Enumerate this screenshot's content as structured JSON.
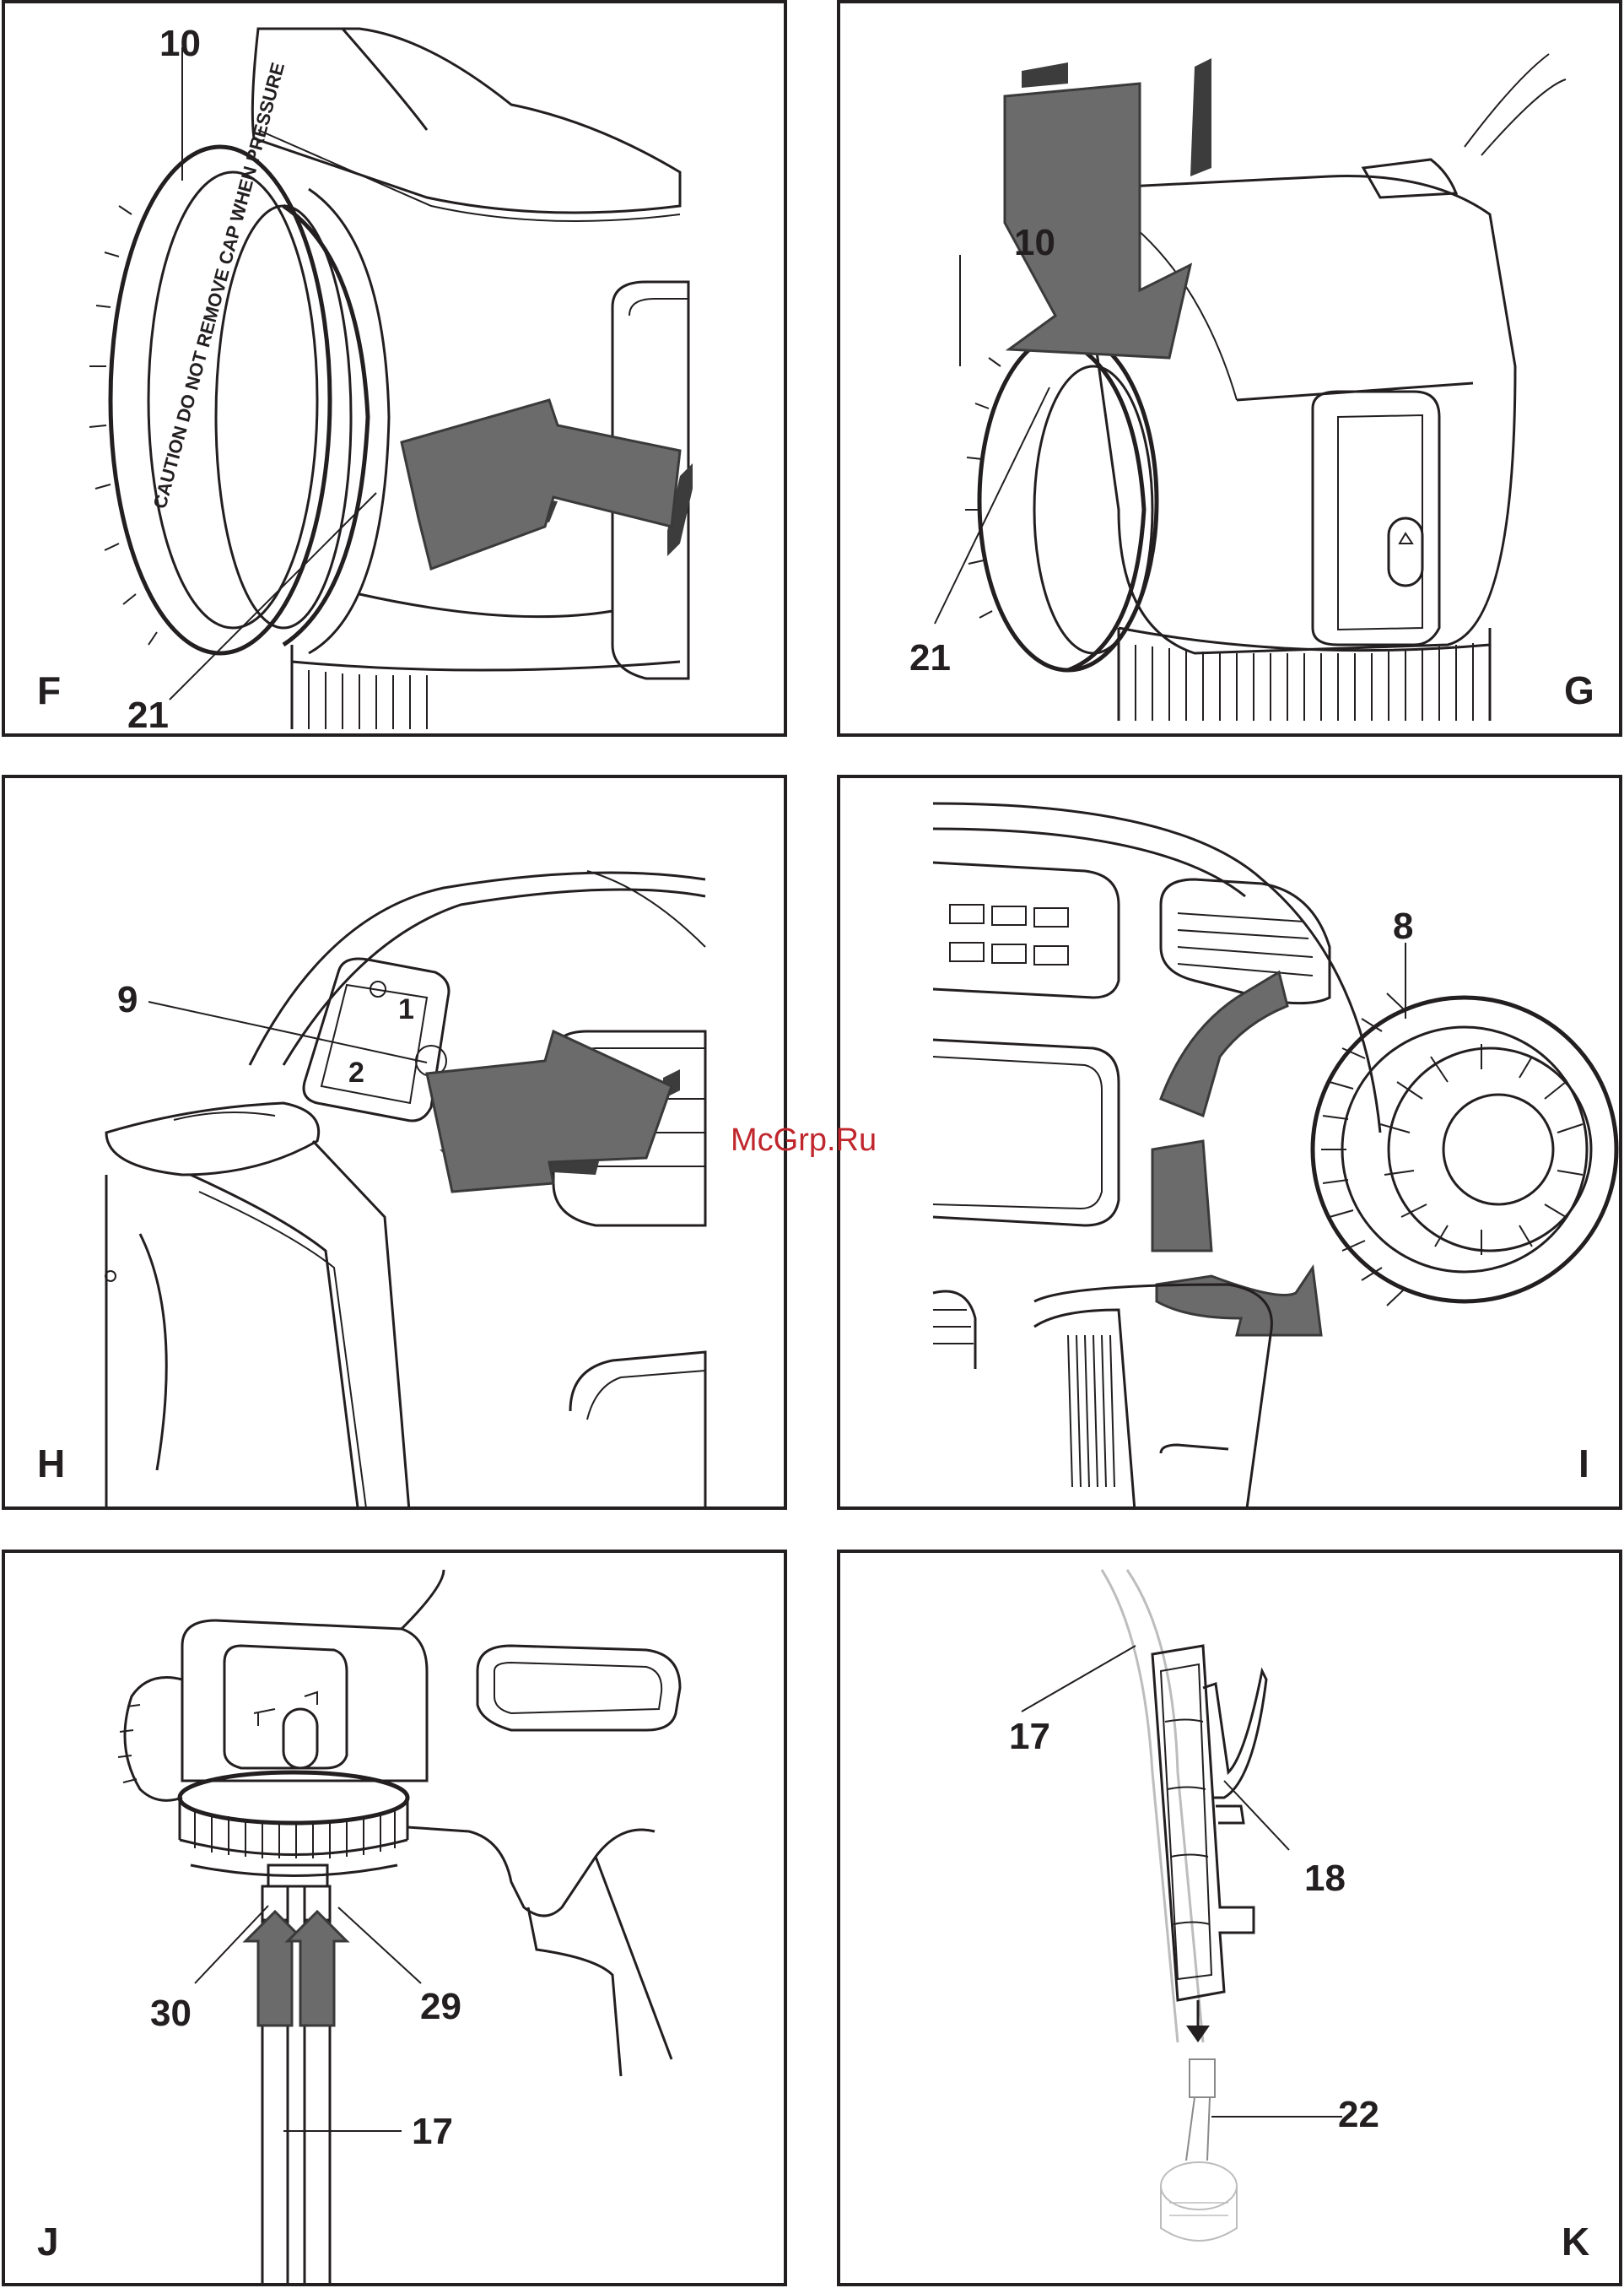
{
  "watermark": "McGrp.Ru",
  "panels": {
    "F": {
      "letter": "F",
      "labels": {
        "l10": "10",
        "l21": "21"
      },
      "ring_text": "CAUTION  DO NOT REMOVE CAP WHEN PRESSURE"
    },
    "G": {
      "letter": "G",
      "labels": {
        "l10": "10",
        "l21": "21"
      }
    },
    "H": {
      "letter": "H",
      "labels": {
        "l9": "9"
      },
      "switch": {
        "one": "1",
        "two": "2"
      }
    },
    "I": {
      "letter": "I",
      "labels": {
        "l8": "8"
      }
    },
    "J": {
      "letter": "J",
      "labels": {
        "l30": "30",
        "l29": "29",
        "l17": "17"
      }
    },
    "K": {
      "letter": "K",
      "labels": {
        "l17": "17",
        "l18": "18",
        "l22": "22"
      }
    }
  },
  "colors": {
    "line": "#231f20",
    "arrow": "#6b6b6b",
    "watermark": "#c0272d"
  }
}
